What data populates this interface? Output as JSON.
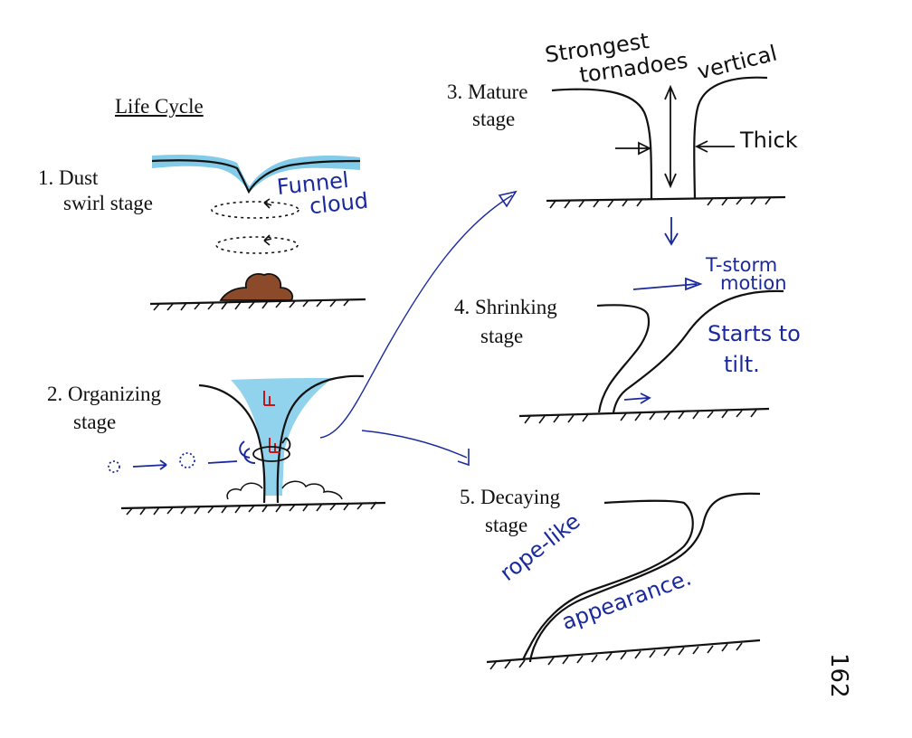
{
  "title": "Life Cycle",
  "stages": [
    {
      "number": "1.",
      "line1": "Dust",
      "line2": "swirl stage"
    },
    {
      "number": "2.",
      "line1": "Organizing",
      "line2": "stage"
    },
    {
      "number": "3.",
      "line1": "Mature",
      "line2": "stage"
    },
    {
      "number": "4.",
      "line1": "Shrinking",
      "line2": "stage"
    },
    {
      "number": "5.",
      "line1": "Decaying",
      "line2": "stage"
    }
  ],
  "annotations": {
    "funnel_line1": "Funnel",
    "funnel_line2": "cloud",
    "strongest_line1": "Strongest",
    "strongest_line2": "tornadoes",
    "vertical": "vertical",
    "thick": "Thick",
    "tstorm_line1": "T-storm",
    "tstorm_line2": "motion",
    "tilt_line1": "Starts to",
    "tilt_line2": "tilt.",
    "rope": "rope-like",
    "appearance": "appearance.",
    "page_number": "162"
  },
  "colors": {
    "ink": "#111111",
    "blue_pen": "#1a2a9e",
    "cloud_fill": "#5bb8e0",
    "dust_fill": "#8b4a2a",
    "red_pen": "#c0161c"
  }
}
